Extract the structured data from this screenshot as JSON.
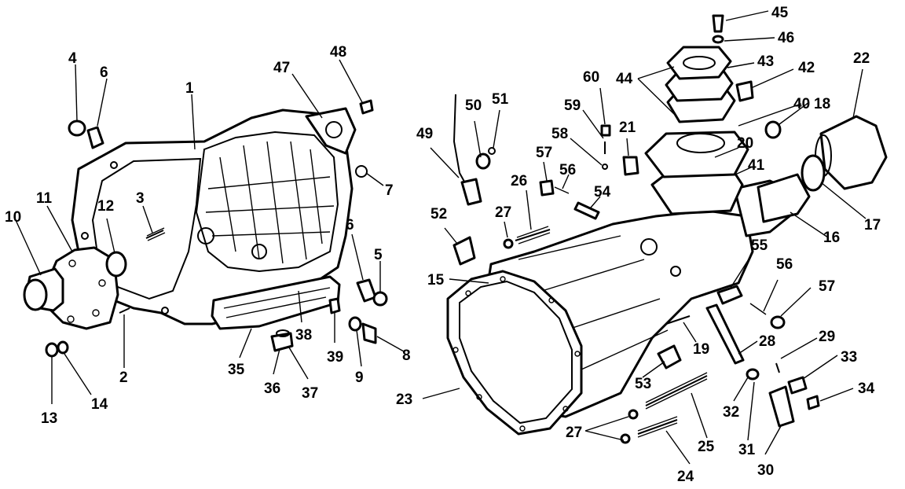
{
  "callouts": [
    "1",
    "2",
    "3",
    "4",
    "5",
    "6",
    "6",
    "7",
    "8",
    "9",
    "10",
    "11",
    "12",
    "13",
    "14",
    "15",
    "16",
    "17",
    "18",
    "19",
    "20",
    "21",
    "22",
    "23",
    "24",
    "25",
    "26",
    "27",
    "27",
    "28",
    "29",
    "30",
    "31",
    "32",
    "33",
    "34",
    "35",
    "36",
    "37",
    "38",
    "39",
    "40",
    "41",
    "42",
    "43",
    "44",
    "45",
    "46",
    "47",
    "48",
    "49",
    "50",
    "51",
    "52",
    "53",
    "54",
    "55",
    "56",
    "56",
    "57",
    "57",
    "58",
    "59",
    "60"
  ]
}
